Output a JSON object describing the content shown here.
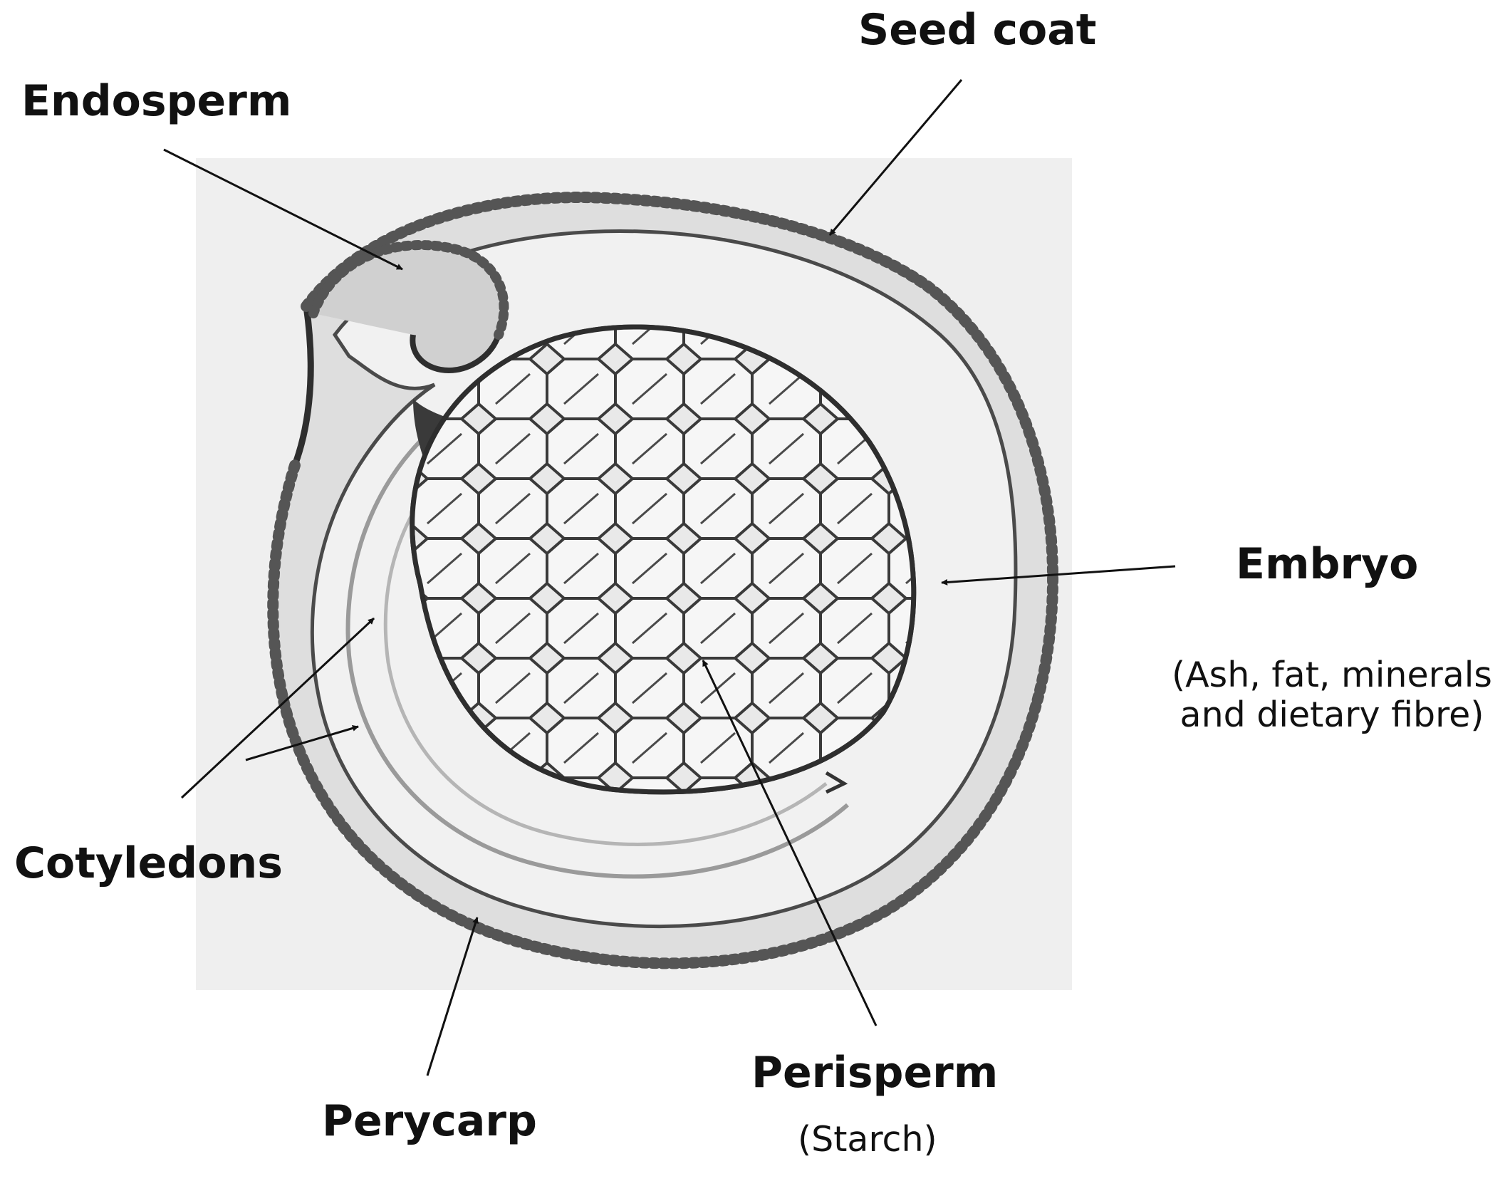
{
  "labels": {
    "endosperm": "Endosperm",
    "seed_coat": "Seed coat",
    "embryo": "Embryo",
    "embryo_note_line1": "(Ash, fat, minerals",
    "embryo_note_line2": "and dietary fibre)",
    "cotyledons": "Cotyledons",
    "perycarp": "Perycarp",
    "perisperm": "Perisperm",
    "perisperm_note": "(Starch)"
  },
  "colors": {
    "ink": "#111111",
    "outline": "#2e2e2e",
    "tissue_fill": "#dedede",
    "embryo_fill": "#f1f1f1",
    "cell_fill": "#f4f4f4",
    "background_panel": "#efefef"
  }
}
